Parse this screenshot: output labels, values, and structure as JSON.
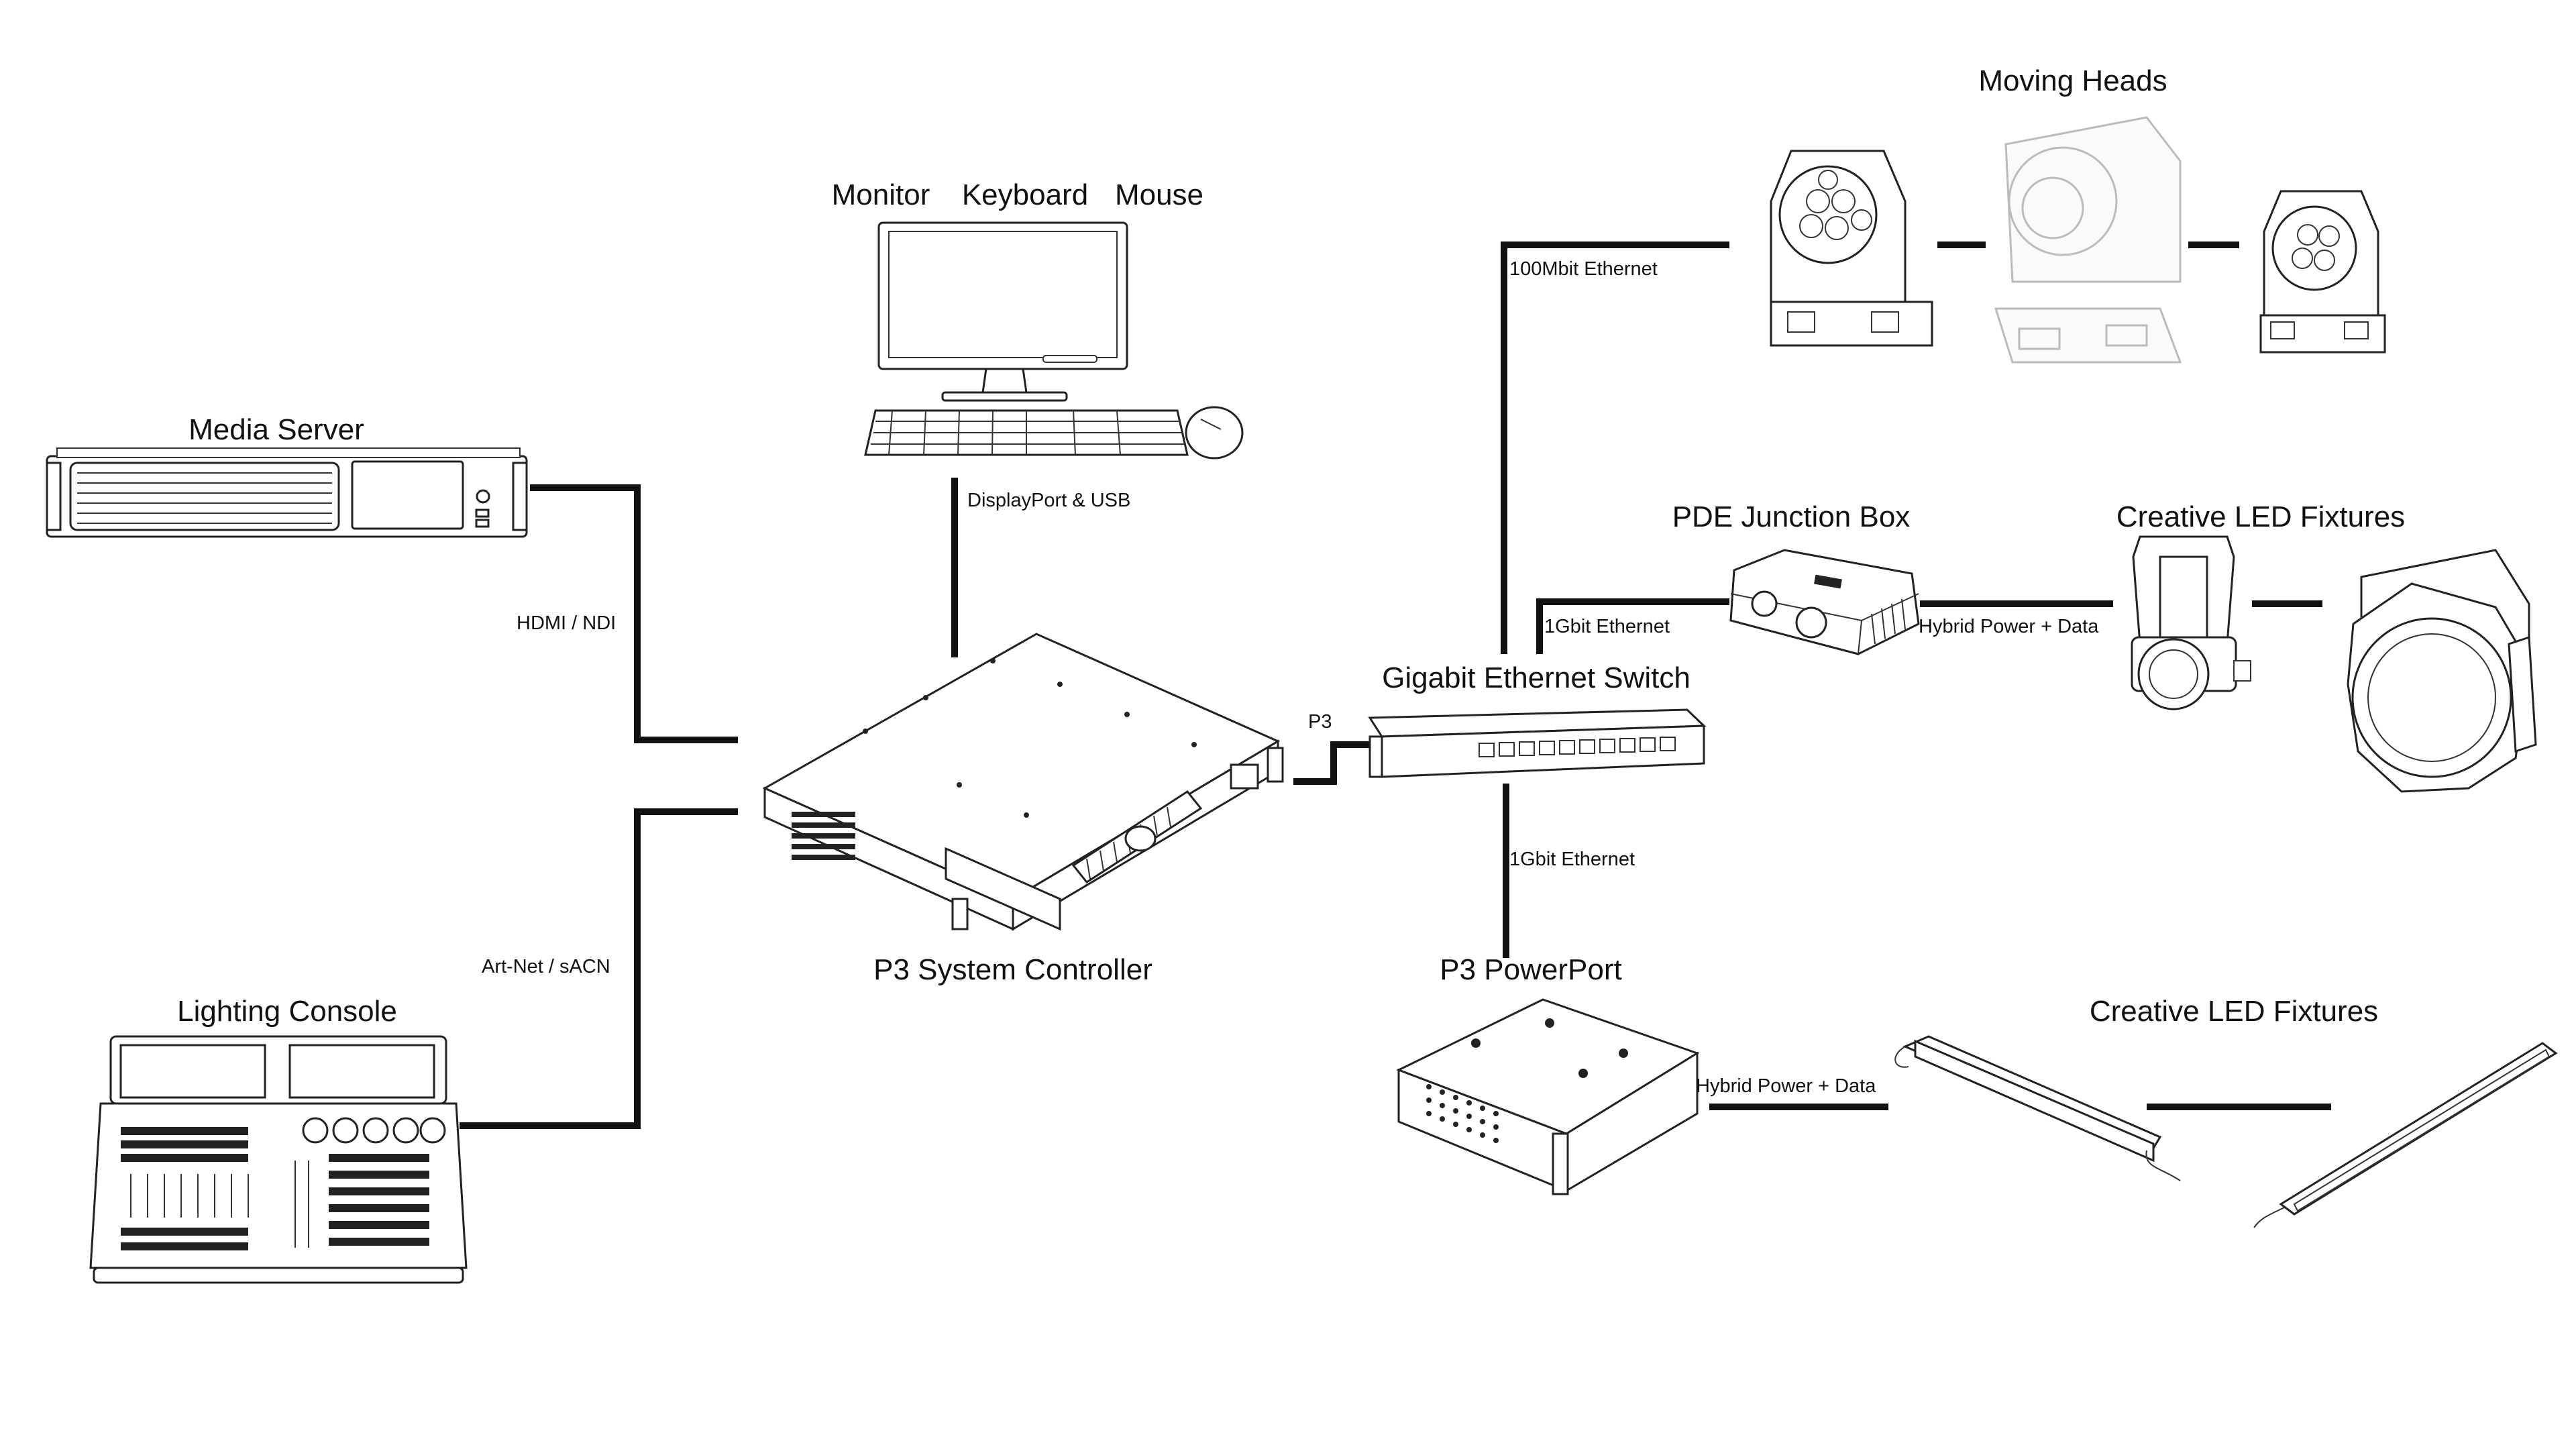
{
  "devices": {
    "media_server": "Media Server",
    "lighting_console": "Lighting Console",
    "monitor": "Monitor",
    "keyboard": "Keyboard",
    "mouse": "Mouse",
    "system_controller": "P3 System Controller",
    "ethernet_switch": "Gigabit Ethernet Switch",
    "moving_heads": "Moving Heads",
    "pde_junction_box": "PDE Junction Box",
    "creative_led_fixtures_top": "Creative LED Fixtures",
    "powerport": "P3 PowerPort",
    "creative_led_fixtures_bottom": "Creative LED Fixtures"
  },
  "connections": {
    "hdmi_ndi": "HDMI / NDI",
    "artnet_sacn": "Art-Net / sACN",
    "displayport_usb": "DisplayPort & USB",
    "p3": "P3",
    "mbit_ethernet": "100Mbit Ethernet",
    "gbit_ethernet_pde": "1Gbit Ethernet",
    "hybrid_power_data_top": "Hybrid Power + Data",
    "gbit_ethernet_powerport": "1Gbit Ethernet",
    "hybrid_power_data_bottom": "Hybrid Power + Data"
  }
}
